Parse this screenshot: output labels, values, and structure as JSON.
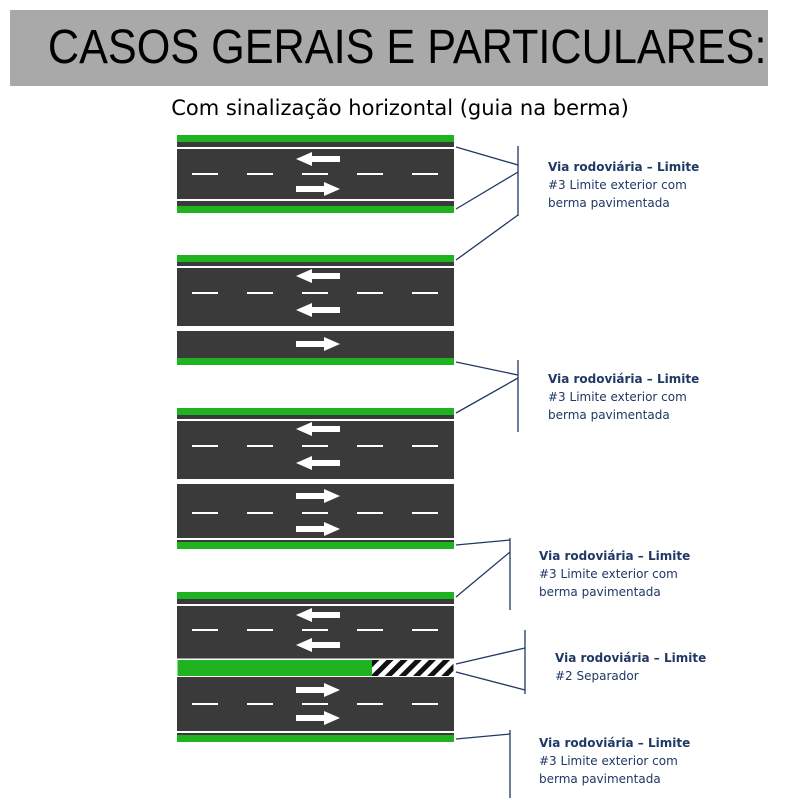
{
  "header": {
    "title": "CASOS GERAIS E PARTICULARES:",
    "subtitle": "Com sinalização horizontal (guia na berma)"
  },
  "colors": {
    "road": "#3a3a3a",
    "shoulder": "#1fb41f",
    "marking": "#ffffff",
    "leader": "#1f3864",
    "label_text": "#1f3864",
    "title_bg": "#a9a9a9"
  },
  "labels": [
    {
      "title": "Via rodoviária – Limite",
      "lines": [
        "#3 Limite exterior com",
        "berma pavimentada"
      ]
    },
    {
      "title": "Via rodoviária – Limite",
      "lines": [
        "#3 Limite exterior com",
        "berma pavimentada"
      ]
    },
    {
      "title": "Via rodoviária – Limite",
      "lines": [
        "#3 Limite exterior com",
        "berma pavimentada"
      ]
    },
    {
      "title": "Via rodoviária – Limite",
      "lines": [
        "#2 Separador"
      ]
    },
    {
      "title": "Via rodoviária – Limite",
      "lines": [
        "#3 Limite exterior com",
        "berma pavimentada"
      ]
    }
  ],
  "road_sections": [
    {
      "name": "two-lane-two-way",
      "lane_directions": [
        "left",
        "right"
      ]
    },
    {
      "name": "three-lane-one-separated",
      "lane_directions": [
        "left",
        "left",
        "right"
      ]
    },
    {
      "name": "four-lane-two-carriageways",
      "lane_directions": [
        "left",
        "left",
        "right",
        "right"
      ]
    },
    {
      "name": "four-lane-with-separator",
      "lane_directions": [
        "left",
        "left",
        "right",
        "right"
      ]
    }
  ]
}
